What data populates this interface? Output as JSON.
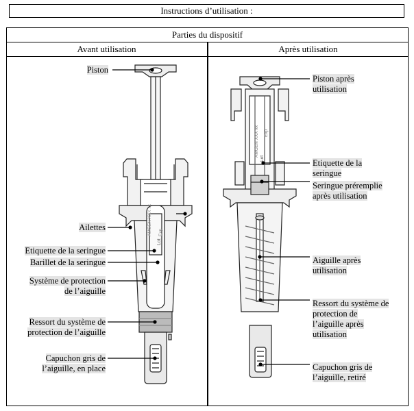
{
  "title": "Instructions d’utilisation :",
  "table_header": "Parties du dispositif",
  "col_before": "Avant utilisation",
  "col_after": "Après utilisation",
  "before_labels": {
    "piston": "Piston",
    "ailettes": "Ailettes",
    "etiquette": "Etiquette de la seringue",
    "barillet": "Barillet de la seringue",
    "protection_1": "Système de protection",
    "protection_2": "de l’aiguille",
    "ressort_1": "Ressort du système de",
    "ressort_2": "protection de l’aiguille",
    "capuchon_1": "Capuchon gris de",
    "capuchon_2": "l’aiguille, en place"
  },
  "after_labels": {
    "piston_1": "Piston après",
    "piston_2": "utilisation",
    "etiquette_1": "Etiquette de la",
    "etiquette_2": "seringue",
    "preremplie_1": "Seringue préremplie",
    "preremplie_2": "après utilisation",
    "aiguille_1": "Aiguille après",
    "aiguille_2": "utilisation",
    "ressort_1": "Ressort du système de",
    "ressort_2": "protection de",
    "ressort_3": "l’aiguille après",
    "ressort_4": "utilisation",
    "capuchon_1": "Capuchon gris de",
    "capuchon_2": "l’aiguille, retiré"
  },
  "syringe_text": {
    "name": "AMGEN XXX xx",
    "lot": "Lot",
    "exp": "Exp"
  }
}
